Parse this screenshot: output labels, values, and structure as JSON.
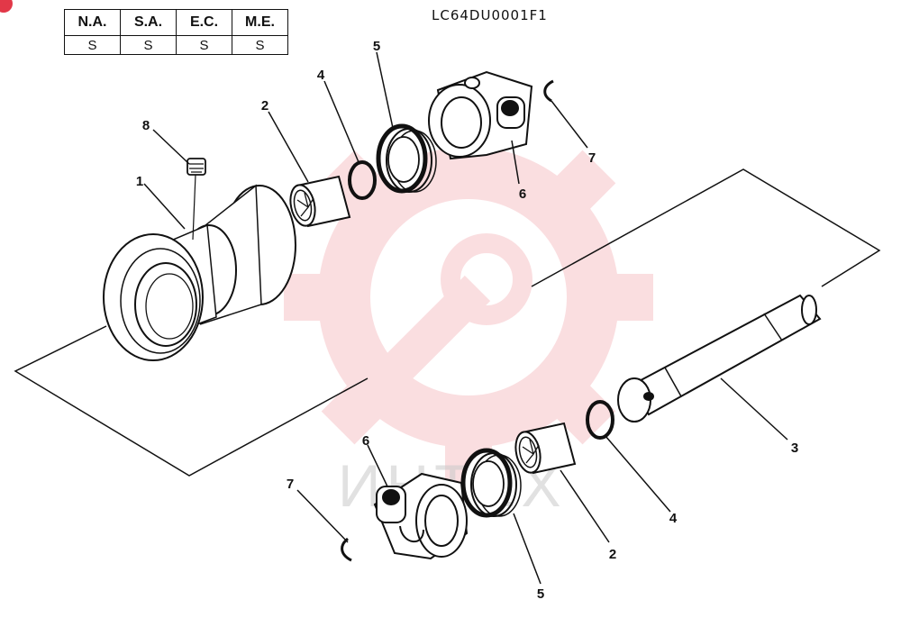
{
  "header_table": {
    "headers": [
      "N.A.",
      "S.A.",
      "E.C.",
      "M.E."
    ],
    "values": [
      "S",
      "S",
      "S",
      "S"
    ]
  },
  "drawing_id": "LC64DU0001F1",
  "watermark_text": "ИНТЕХ",
  "callouts": [
    "1",
    "2",
    "4",
    "5",
    "8",
    "6",
    "7",
    "3",
    "6",
    "7",
    "2",
    "4",
    "5"
  ],
  "colors": {
    "line": "#111111",
    "watermark": "#e23848",
    "watermark_text": "#c9c9c9"
  },
  "icons": [
    "corner-mark-icon",
    "gear-logo-watermark-icon"
  ]
}
